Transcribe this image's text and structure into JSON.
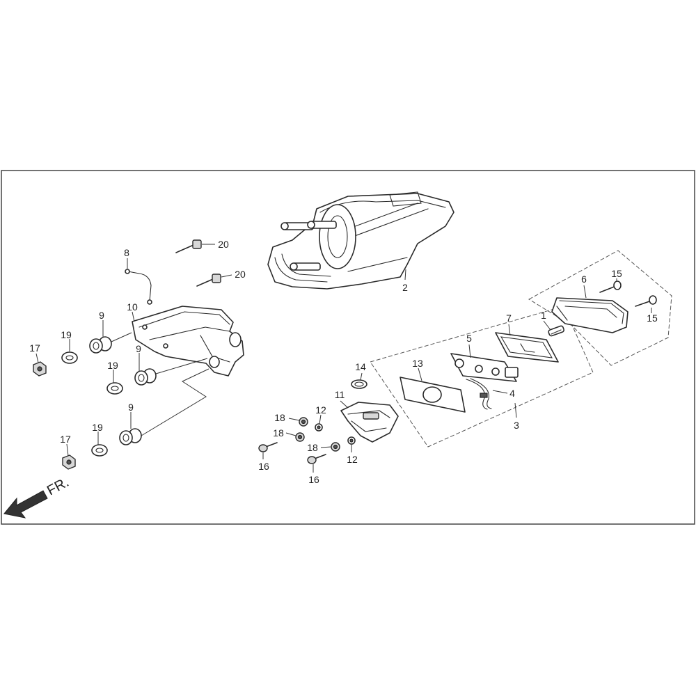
{
  "diagram": {
    "callouts": {
      "c1": "1",
      "c2": "2",
      "c3": "3",
      "c4": "4",
      "c5": "5",
      "c6": "6",
      "c7": "7",
      "c8": "8",
      "c9a": "9",
      "c9b": "9",
      "c9c": "9",
      "c10": "10",
      "c11": "11",
      "c12a": "12",
      "c12b": "12",
      "c13": "13",
      "c14": "14",
      "c15a": "15",
      "c15b": "15",
      "c16a": "16",
      "c16b": "16",
      "c17a": "17",
      "c17b": "17",
      "c18a": "18",
      "c18b": "18",
      "c18c": "18",
      "c19a": "19",
      "c19b": "19",
      "c19c": "19",
      "c20a": "20",
      "c20b": "20"
    },
    "direction_label": "FR."
  }
}
